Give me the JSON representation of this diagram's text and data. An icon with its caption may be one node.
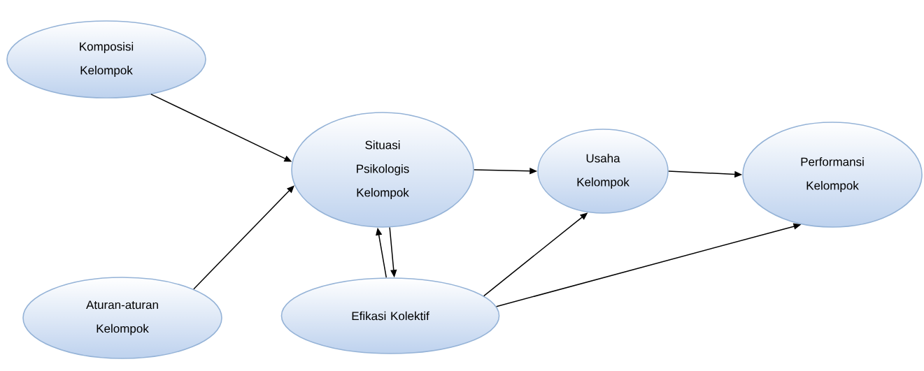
{
  "diagram": {
    "nodes": [
      {
        "text": [
          "Komposisi Kelompok"
        ]
      },
      {
        "text": [
          "Aturan-aturan Kelompok"
        ]
      },
      {
        "text": [
          "Situasi Psikologis Kelompok"
        ]
      },
      {
        "text": [
          "Efikasi Kolektif"
        ]
      },
      {
        "text": [
          "Usaha Kelompok"
        ]
      },
      {
        "text": [
          "Performansi Kelompok"
        ]
      }
    ],
    "edges": [
      {
        "from": 0,
        "to": 2,
        "arrow": "to"
      },
      {
        "from": 1,
        "to": 2,
        "arrow": "to"
      },
      {
        "from": 2,
        "to": 4,
        "arrow": "to"
      },
      {
        "from": 4,
        "to": 5,
        "arrow": "to"
      },
      {
        "from": 3,
        "to": 2,
        "arrow": "to"
      },
      {
        "from": 2,
        "to": 3,
        "arrow": "to"
      },
      {
        "from": 3,
        "to": 4,
        "arrow": "to"
      },
      {
        "from": 3,
        "to": 5,
        "arrow": "to"
      }
    ]
  }
}
